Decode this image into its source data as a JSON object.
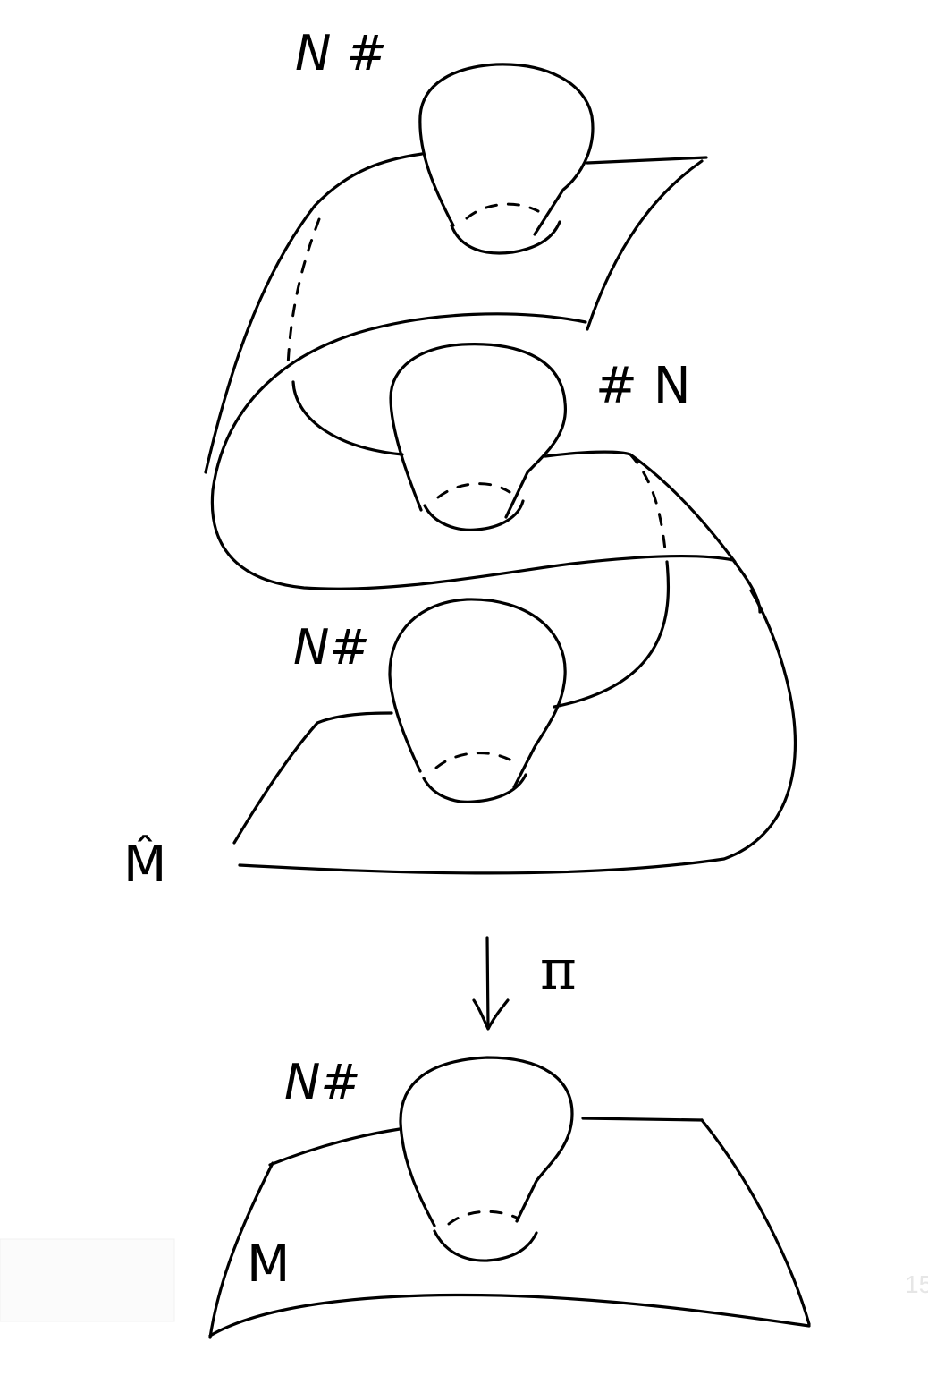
{
  "labels": {
    "top_summand": "N #",
    "middle_summand": "# N",
    "lower_summand": "N#",
    "cover_space": "M̂",
    "projection": "π",
    "base_summand": "N#",
    "base_space": "M"
  },
  "page_number": "15"
}
